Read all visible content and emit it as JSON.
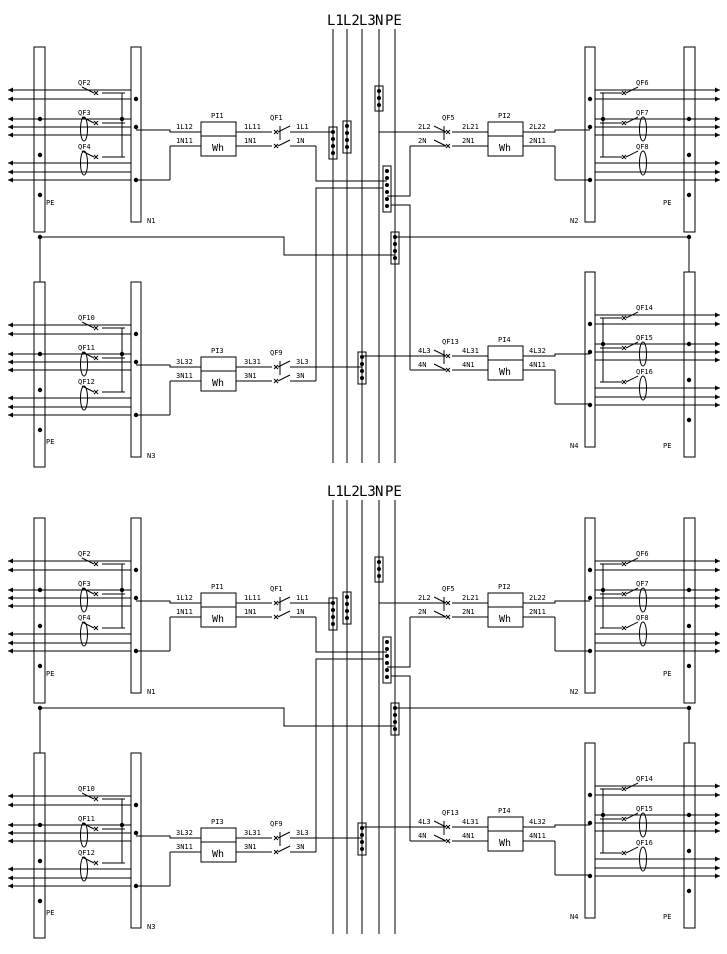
{
  "diagrams": [
    {
      "bus_labels": [
        "L1",
        "L2",
        "L3",
        "N",
        "PE"
      ],
      "upper_left": {
        "breakers": [
          "QF2",
          "QF3",
          "QF4"
        ],
        "n_label": "N1",
        "pe_label": "PE",
        "meter": {
          "name": "PI1",
          "symbol": "Wh",
          "in_top": "1L12",
          "in_bot": "1N11",
          "out_top": "1L11",
          "out_bot": "1N1"
        },
        "main": {
          "name": "QF1",
          "top": "1L1",
          "bot": "1N"
        }
      },
      "upper_right": {
        "breakers": [
          "QF6",
          "QF7",
          "QF8"
        ],
        "n_label": "N2",
        "pe_label": "PE",
        "meter": {
          "name": "PI2",
          "symbol": "Wh",
          "in_top": "2L22",
          "in_bot": "2N11",
          "out_top": "2L21",
          "out_bot": "2N1"
        },
        "main": {
          "name": "QF5",
          "top": "2L2",
          "bot": "2N"
        }
      },
      "lower_left": {
        "breakers": [
          "QF10",
          "QF11",
          "QF12"
        ],
        "n_label": "N3",
        "pe_label": "PE",
        "meter": {
          "name": "PI3",
          "symbol": "Wh",
          "in_top": "3L32",
          "in_bot": "3N11",
          "out_top": "3L31",
          "out_bot": "3N1"
        },
        "main": {
          "name": "QF9",
          "top": "3L3",
          "bot": "3N"
        }
      },
      "lower_right": {
        "breakers": [
          "QF14",
          "QF15",
          "QF16"
        ],
        "n_label": "N4",
        "pe_label": "PE",
        "meter": {
          "name": "PI4",
          "symbol": "Wh",
          "in_top": "4L32",
          "in_bot": "4N11",
          "out_top": "4L31",
          "out_bot": "4N1"
        },
        "main": {
          "name": "QF13",
          "top": "4L3",
          "bot": "4N"
        }
      }
    },
    {
      "bus_labels": [
        "L1",
        "L2",
        "L3",
        "N",
        "PE"
      ],
      "upper_left": {
        "breakers": [
          "QF2",
          "QF3",
          "QF4"
        ],
        "n_label": "N1",
        "pe_label": "PE",
        "meter": {
          "name": "PI1",
          "symbol": "Wh",
          "in_top": "1L12",
          "in_bot": "1N11",
          "out_top": "1L11",
          "out_bot": "1N1"
        },
        "main": {
          "name": "QF1",
          "top": "1L1",
          "bot": "1N"
        }
      },
      "upper_right": {
        "breakers": [
          "QF6",
          "QF7",
          "QF8"
        ],
        "n_label": "N2",
        "pe_label": "PE",
        "meter": {
          "name": "PI2",
          "symbol": "Wh",
          "in_top": "2L22",
          "in_bot": "2N11",
          "out_top": "2L21",
          "out_bot": "2N1"
        },
        "main": {
          "name": "QF5",
          "top": "2L2",
          "bot": "2N"
        }
      },
      "lower_left": {
        "breakers": [
          "QF10",
          "QF11",
          "QF12"
        ],
        "n_label": "N3",
        "pe_label": "PE",
        "meter": {
          "name": "PI3",
          "symbol": "Wh",
          "in_top": "3L32",
          "in_bot": "3N11",
          "out_top": "3L31",
          "out_bot": "3N1"
        },
        "main": {
          "name": "QF9",
          "top": "3L3",
          "bot": "3N"
        }
      },
      "lower_right": {
        "breakers": [
          "QF14",
          "QF15",
          "QF16"
        ],
        "n_label": "N4",
        "pe_label": "PE",
        "meter": {
          "name": "PI4",
          "symbol": "Wh",
          "in_top": "4L32",
          "in_bot": "4N11",
          "out_top": "4L31",
          "out_bot": "4N1"
        },
        "main": {
          "name": "QF13",
          "top": "4L3",
          "bot": "4N"
        }
      }
    }
  ],
  "colors": {
    "line": "#000000",
    "background": "#ffffff"
  },
  "icon_names": [
    "arrow-left-icon",
    "arrow-right-icon",
    "breaker-icon",
    "wh-meter-icon",
    "terminal-dot-icon"
  ]
}
